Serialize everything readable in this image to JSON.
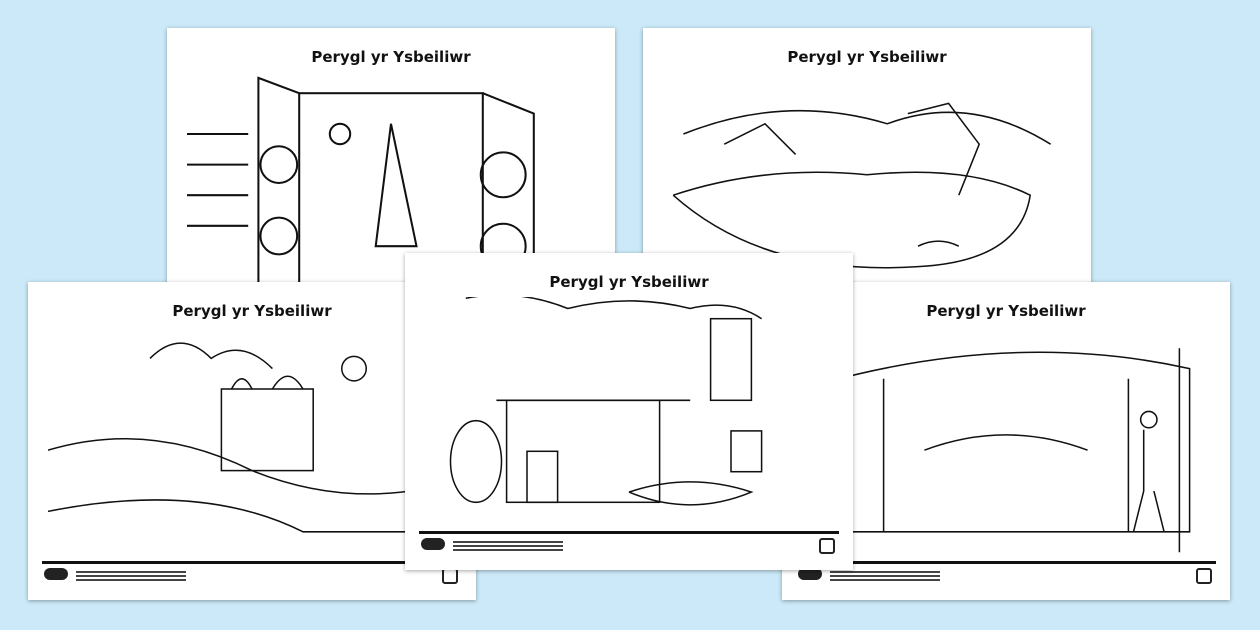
{
  "sheets": [
    {
      "title": "Perygl yr Ysbeiliwr",
      "scene": "doorway"
    },
    {
      "title": "Perygl yr Ysbeiliwr",
      "scene": "island"
    },
    {
      "title": "Perygl yr Ysbeiliwr",
      "scene": "desert-city"
    },
    {
      "title": "Perygl yr Ysbeiliwr",
      "scene": "cave-workshop"
    },
    {
      "title": "Perygl yr Ysbeiliwr",
      "scene": "market"
    }
  ],
  "colors": {
    "background": "#cbe9f8"
  }
}
